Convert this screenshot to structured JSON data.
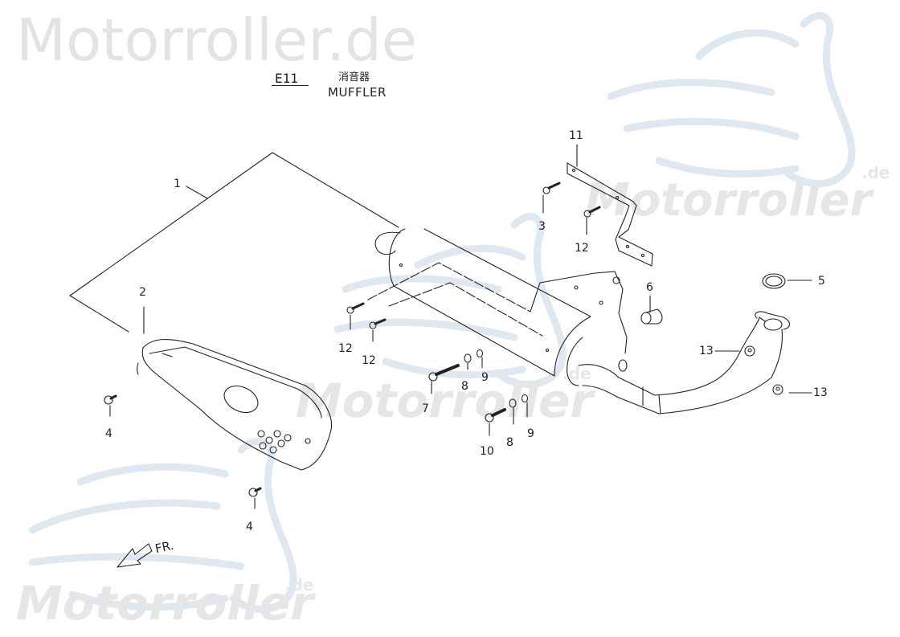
{
  "watermarks": {
    "top_text": "Motorroller.de",
    "brand": "Motorroller",
    "suffix": ".de"
  },
  "header": {
    "code": "E11",
    "title_jp": "消音器",
    "title_en": "MUFFLER"
  },
  "direction_label": "FR.",
  "callouts": [
    {
      "id": "c1",
      "label": "1",
      "part": "muffler-assembly"
    },
    {
      "id": "c2",
      "label": "2",
      "part": "muffler-heat-shield"
    },
    {
      "id": "c3",
      "label": "3",
      "part": "bolt"
    },
    {
      "id": "c4a",
      "label": "4",
      "part": "screw"
    },
    {
      "id": "c4b",
      "label": "4",
      "part": "screw"
    },
    {
      "id": "c5",
      "label": "5",
      "part": "gasket"
    },
    {
      "id": "c6",
      "label": "6",
      "part": "rubber-bushing"
    },
    {
      "id": "c7",
      "label": "7",
      "part": "long-bolt"
    },
    {
      "id": "c8a",
      "label": "8",
      "part": "washer"
    },
    {
      "id": "c8b",
      "label": "8",
      "part": "washer"
    },
    {
      "id": "c9a",
      "label": "9",
      "part": "nut"
    },
    {
      "id": "c9b",
      "label": "9",
      "part": "nut"
    },
    {
      "id": "c10",
      "label": "10",
      "part": "bolt"
    },
    {
      "id": "c11",
      "label": "11",
      "part": "bracket"
    },
    {
      "id": "c12a",
      "label": "12",
      "part": "bolt"
    },
    {
      "id": "c12b",
      "label": "12",
      "part": "bolt"
    },
    {
      "id": "c12c",
      "label": "12",
      "part": "bolt"
    },
    {
      "id": "c13a",
      "label": "13",
      "part": "nut"
    },
    {
      "id": "c13b",
      "label": "13",
      "part": "nut"
    }
  ],
  "colors": {
    "line": "#222222",
    "watermark_grey": "#e4e4e4",
    "watermark_blue": "#dde6ef"
  }
}
